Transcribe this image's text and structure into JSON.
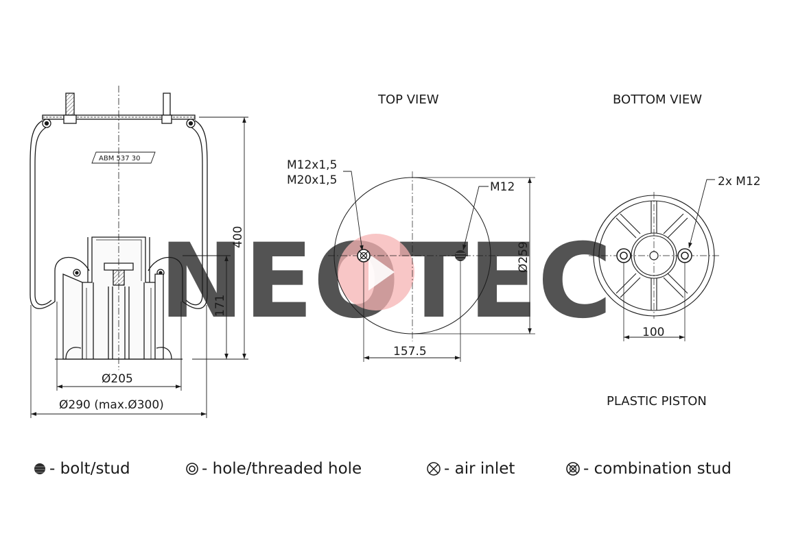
{
  "brand": {
    "watermark_text": "NEOTEC",
    "watermark_gray": "#d8d8d8",
    "watermark_red": "#f2a3a3"
  },
  "views": {
    "top_title": "TOP VIEW",
    "bottom_title": "BOTTOM VIEW",
    "piston_caption": "PLASTIC PISTON"
  },
  "side_view": {
    "label_plate": "ABM 537 30",
    "dim_height": "400",
    "dim_piston_height": "171",
    "dim_piston_diameter": "Ø205",
    "dim_body_diameter": "Ø290 (max.Ø300)"
  },
  "top_view": {
    "callout_combination_1": "M12x1,5",
    "callout_combination_2": "M20x1,5",
    "callout_bolt": "M12",
    "dim_diameter": "Ø259",
    "dim_spacing": "157.5"
  },
  "bottom_view": {
    "callout_holes": "2x M12",
    "dim_spacing": "100"
  },
  "legend": [
    {
      "icon": "bolt-icon",
      "text": "- bolt/stud"
    },
    {
      "icon": "hole-icon",
      "text": "- hole/threaded hole"
    },
    {
      "icon": "air-inlet-icon",
      "text": "- air inlet"
    },
    {
      "icon": "combination-stud-icon",
      "text": "- combination stud"
    }
  ]
}
